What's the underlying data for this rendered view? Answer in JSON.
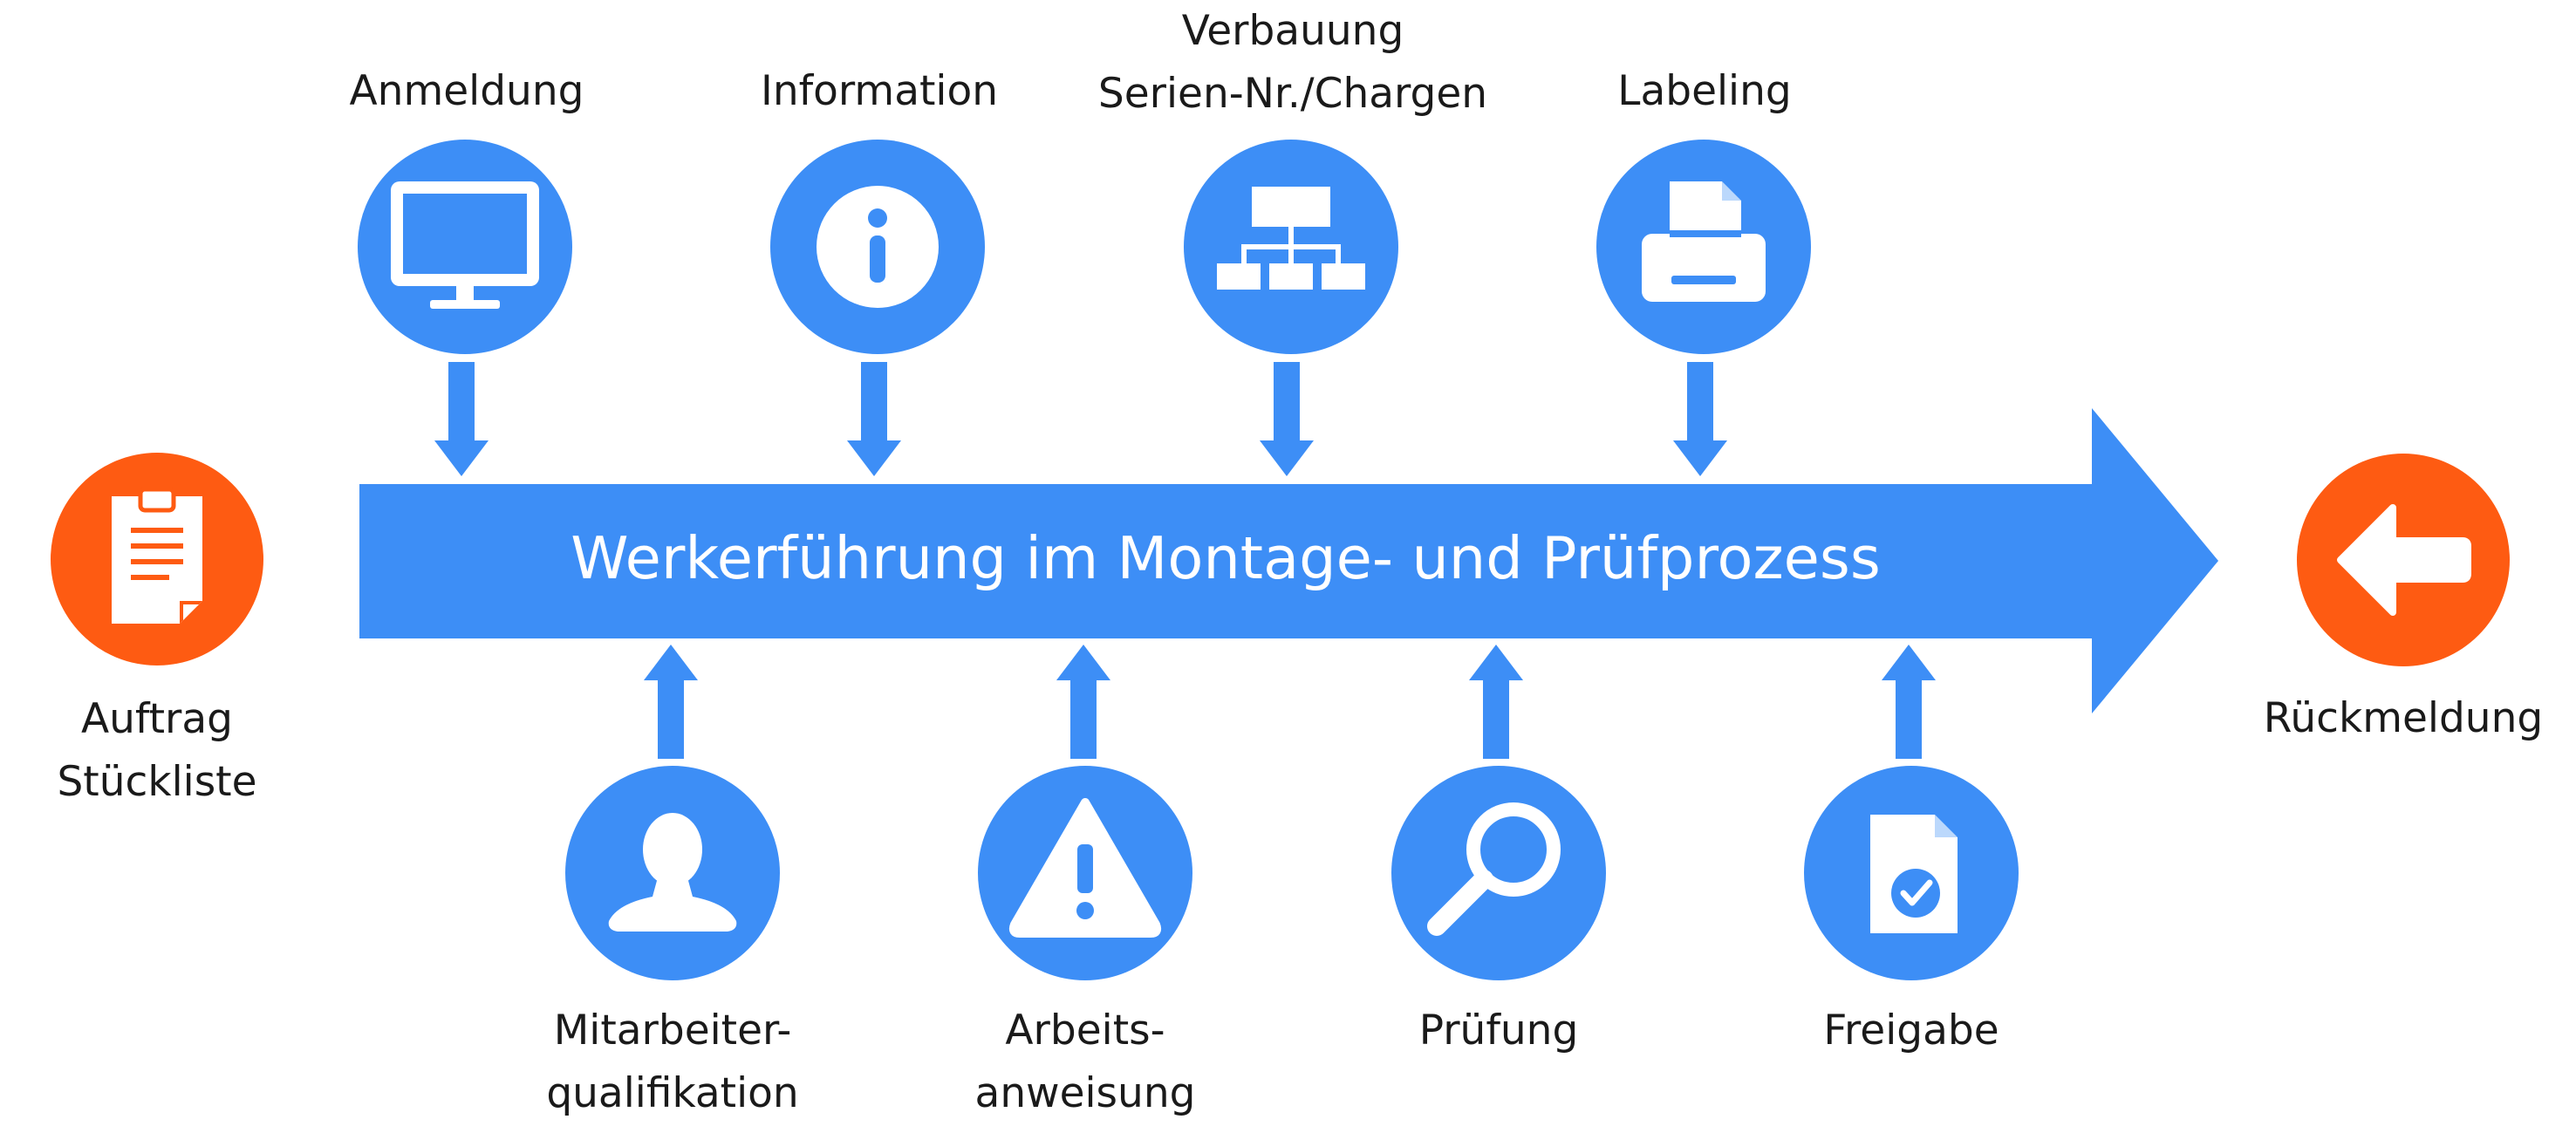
{
  "title": "Werkerführung im Montage- und Prüfprozess",
  "colors": {
    "blue": "#3d8ef6",
    "orange": "#fe5b12"
  },
  "start": {
    "lines": [
      "Auftrag",
      "Stückliste"
    ],
    "icon": "clipboard-icon"
  },
  "end": {
    "lines": [
      "Rückmeldung"
    ],
    "icon": "arrow-left-icon"
  },
  "top_steps": [
    {
      "lines": [
        "Anmeldung"
      ],
      "icon": "monitor-icon"
    },
    {
      "lines": [
        "Information"
      ],
      "icon": "info-icon"
    },
    {
      "lines": [
        "Verbauung",
        "Serien-Nr./Chargen"
      ],
      "icon": "hierarchy-icon"
    },
    {
      "lines": [
        "Labeling"
      ],
      "icon": "printer-icon"
    }
  ],
  "bottom_steps": [
    {
      "lines": [
        "Mitarbeiter-",
        "qualifikation"
      ],
      "icon": "person-icon"
    },
    {
      "lines": [
        "Arbeits-",
        "anweisung"
      ],
      "icon": "warning-icon"
    },
    {
      "lines": [
        "Prüfung"
      ],
      "icon": "magnifier-icon"
    },
    {
      "lines": [
        "Freigabe"
      ],
      "icon": "document-check-icon"
    }
  ]
}
